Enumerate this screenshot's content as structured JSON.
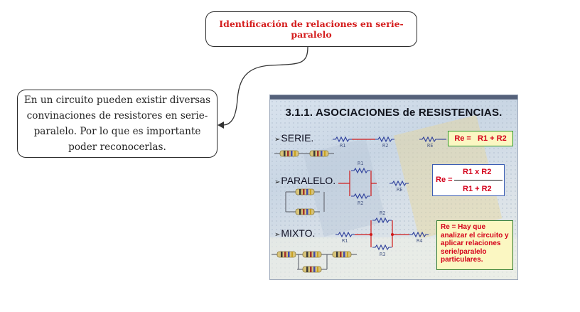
{
  "title_node": {
    "text": "Identificación de relaciones en serie-paralelo"
  },
  "desc_node": {
    "text": "En un circuito pueden existir diversas convinaciones de resistores en serie-paralelo. Por lo que es importante poder reconocerlas."
  },
  "slide": {
    "heading": "3.1.1. ASOCIACIONES  de  RESISTENCIAS.",
    "serie": {
      "label": "SERIE.",
      "formula": "Re =   R1 + R2",
      "labels": [
        "R1",
        "R2",
        "RE"
      ]
    },
    "paralelo": {
      "label": "PARALELO.",
      "formula_lhs": "Re =",
      "formula_num": "R1 x R2",
      "formula_den": "R1 + R2",
      "labels": [
        "R1",
        "R2",
        "RE"
      ]
    },
    "mixto": {
      "label": "MIXTO.",
      "note": "Re = Hay que analizar el circuito y aplicar relaciones serie/paralelo particulares.",
      "labels": [
        "R1",
        "R2",
        "R3",
        "R4"
      ]
    }
  },
  "colors": {
    "title_text": "#d41d1d",
    "formula_text": "#d4001a",
    "wire_red": "#d01818",
    "resistor_blue": "#2a3c9a",
    "serie_box_border": "#2f9a2f"
  }
}
